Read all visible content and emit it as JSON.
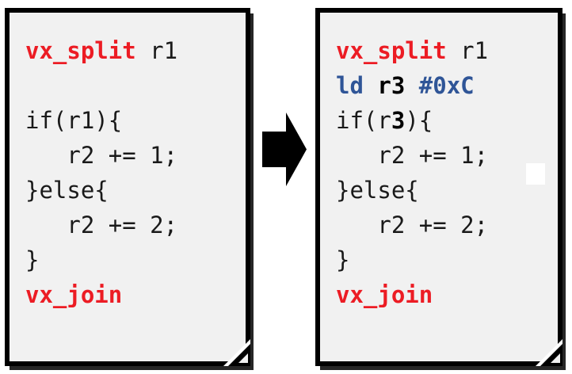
{
  "diagram": {
    "type": "before-after-code-transformation",
    "background_color": "#ffffff",
    "arrow": {
      "icon": "right-arrow-icon",
      "color": "#000000",
      "direction": "right"
    },
    "colors": {
      "card_background": "#f1f1f1",
      "card_border": "#000000",
      "keyword_red": "#ec1c24",
      "memory_blue": "#2f5597",
      "plain_text": "#1a1a1a",
      "edit_patch": "#ffffff"
    }
  },
  "before": {
    "title": "original-code",
    "lines": [
      {
        "id": "l1",
        "tokens": [
          {
            "t": "vx_split",
            "c": "kw"
          },
          {
            "t": " r1",
            "c": "plain"
          }
        ]
      },
      {
        "id": "l2",
        "tokens": [
          {
            "t": " ",
            "c": "blank"
          }
        ]
      },
      {
        "id": "l3",
        "tokens": [
          {
            "t": "if(r1){",
            "c": "plain"
          }
        ]
      },
      {
        "id": "l4",
        "tokens": [
          {
            "t": "   r2 += 1;",
            "c": "plain"
          }
        ]
      },
      {
        "id": "l5",
        "tokens": [
          {
            "t": "}else{",
            "c": "plain"
          }
        ]
      },
      {
        "id": "l6",
        "tokens": [
          {
            "t": "   r2 += 2;",
            "c": "plain"
          }
        ]
      },
      {
        "id": "l7",
        "tokens": [
          {
            "t": "}",
            "c": "plain"
          }
        ]
      },
      {
        "id": "l8",
        "tokens": [
          {
            "t": "vx_join",
            "c": "kw"
          }
        ]
      }
    ]
  },
  "after": {
    "title": "transformed-code",
    "lines": [
      {
        "id": "l1",
        "tokens": [
          {
            "t": "vx_split",
            "c": "kw"
          },
          {
            "t": " r1",
            "c": "plain"
          }
        ]
      },
      {
        "id": "l2",
        "tokens": [
          {
            "t": "ld",
            "c": "mem"
          },
          {
            "t": " ",
            "c": "plain"
          },
          {
            "t": "r3",
            "c": "reg-b"
          },
          {
            "t": " ",
            "c": "plain"
          },
          {
            "t": "#0xC",
            "c": "mem"
          }
        ]
      },
      {
        "id": "l3",
        "tokens": [
          {
            "t": "if(r",
            "c": "plain"
          },
          {
            "t": "3",
            "c": "reg-b"
          },
          {
            "t": "){",
            "c": "plain"
          }
        ]
      },
      {
        "id": "l4",
        "tokens": [
          {
            "t": "   r2 += 1;",
            "c": "plain"
          }
        ]
      },
      {
        "id": "l5",
        "tokens": [
          {
            "t": "}else{",
            "c": "plain"
          }
        ]
      },
      {
        "id": "l6",
        "tokens": [
          {
            "t": "   r2 += 2;",
            "c": "plain"
          }
        ]
      },
      {
        "id": "l7",
        "tokens": [
          {
            "t": "}",
            "c": "plain"
          }
        ]
      },
      {
        "id": "l8",
        "tokens": [
          {
            "t": "vx_join",
            "c": "kw"
          }
        ]
      }
    ],
    "edit_patch": {
      "name": "edit-highlight-patch",
      "color": "#ffffff"
    }
  }
}
